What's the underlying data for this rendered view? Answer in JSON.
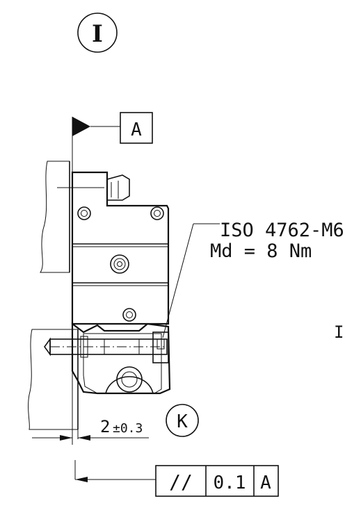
{
  "view_label": "I",
  "datum": {
    "letter": "A"
  },
  "callouts": {
    "screw_line1": "ISO 4762-M6",
    "screw_line2": "Md = 8 Nm",
    "partial_right": "IS"
  },
  "dimension": {
    "value": "2",
    "tolerance": "±0.3"
  },
  "detail_label": "K",
  "tolerance_frame": {
    "symbol": "//",
    "value": "0.1",
    "datum": "A"
  },
  "colors": {
    "ink": "#111111",
    "background": "#ffffff"
  }
}
